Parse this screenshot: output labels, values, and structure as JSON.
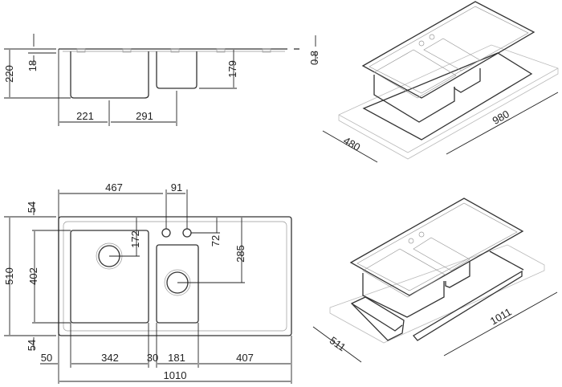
{
  "section_view": {
    "total_height": "220",
    "rim_height": "18",
    "small_bowl_depth": "179",
    "thickness": "0.8",
    "left_drain_offset": "221",
    "drain_spacing": "291"
  },
  "plan_view": {
    "tap_offset": "467",
    "tap_spacing": "91",
    "top_margin": "54",
    "bottom_margin": "54",
    "total_depth": "510",
    "bowl_depth": "402",
    "drain_depth": "172",
    "tap_depth": "72",
    "small_drain_depth": "285",
    "left_margin": "50",
    "large_bowl_width": "342",
    "bowl_gap": "30",
    "small_bowl_width": "181",
    "drainer_width": "407",
    "total_width": "1010"
  },
  "iso_top": {
    "cutout_depth": "480",
    "cutout_width": "980"
  },
  "iso_bottom": {
    "cutout_depth": "511",
    "cutout_width": "1011"
  }
}
